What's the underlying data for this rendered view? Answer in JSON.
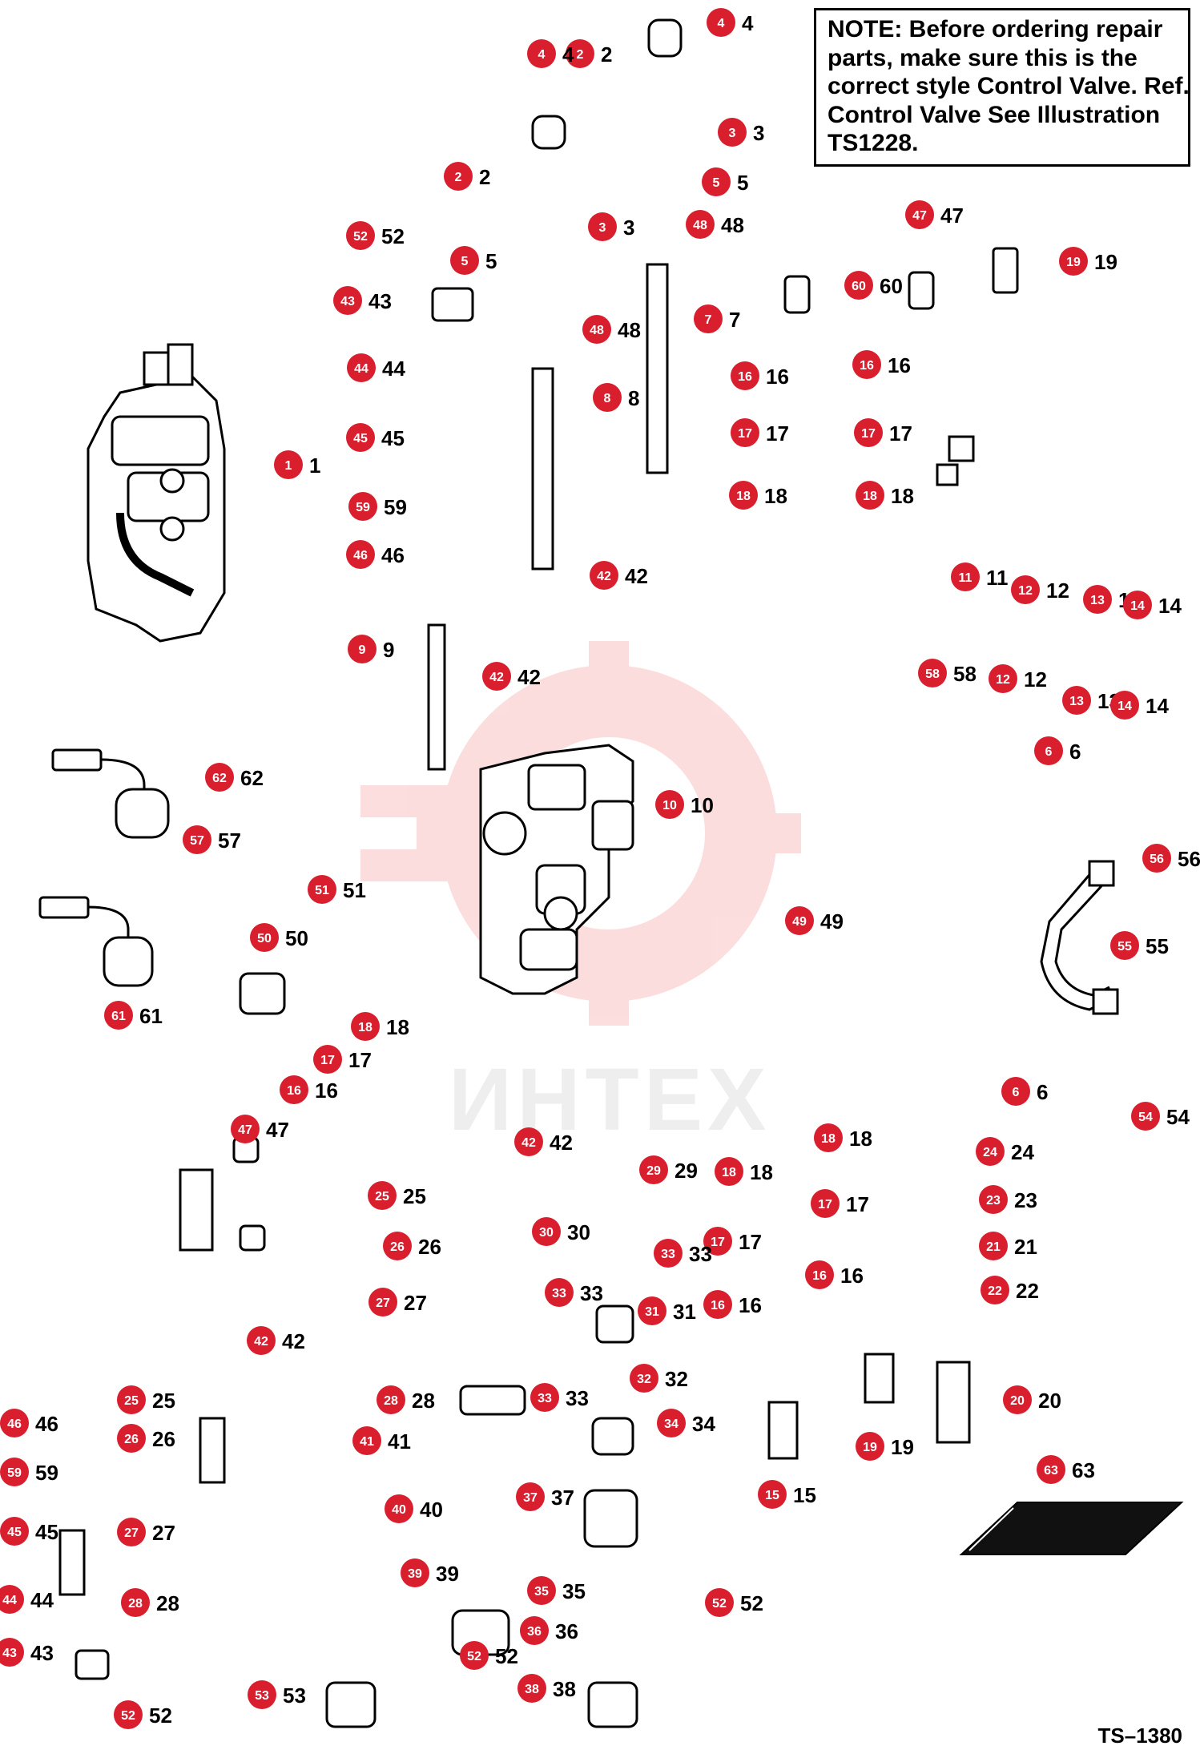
{
  "note": {
    "lines": [
      "NOTE: Before ordering repair",
      "parts, make sure this is the",
      "correct style Control Valve. Ref.",
      "Control Valve See Illustration",
      "TS1228."
    ]
  },
  "figure_ref": "TS–1380",
  "watermark": "ИНТЕХ",
  "colors": {
    "callout": "#d91e2e",
    "line": "#000000",
    "watermark": "#f6c8c8"
  },
  "callouts": [
    {
      "id": "c1",
      "num": "1",
      "label": "1"
    },
    {
      "id": "c2a",
      "num": "2",
      "label": "2"
    },
    {
      "id": "c2b",
      "num": "2",
      "label": "2"
    },
    {
      "id": "c3a",
      "num": "3",
      "label": "3"
    },
    {
      "id": "c3b",
      "num": "3",
      "label": "3"
    },
    {
      "id": "c4a",
      "num": "4",
      "label": "4"
    },
    {
      "id": "c4b",
      "num": "4",
      "label": "4"
    },
    {
      "id": "c5a",
      "num": "5",
      "label": "5"
    },
    {
      "id": "c5b",
      "num": "5",
      "label": "5"
    },
    {
      "id": "c6a",
      "num": "6",
      "label": "6"
    },
    {
      "id": "c6b",
      "num": "6",
      "label": "6"
    },
    {
      "id": "c7",
      "num": "7",
      "label": "7"
    },
    {
      "id": "c8",
      "num": "8",
      "label": "8"
    },
    {
      "id": "c9",
      "num": "9",
      "label": "9"
    },
    {
      "id": "c10",
      "num": "10",
      "label": "10"
    },
    {
      "id": "c11",
      "num": "11",
      "label": "11"
    },
    {
      "id": "c12a",
      "num": "12",
      "label": "12"
    },
    {
      "id": "c12b",
      "num": "12",
      "label": "12"
    },
    {
      "id": "c13a",
      "num": "13",
      "label": "13"
    },
    {
      "id": "c13b",
      "num": "13",
      "label": "13"
    },
    {
      "id": "c14a",
      "num": "14",
      "label": "14"
    },
    {
      "id": "c14b",
      "num": "14",
      "label": "14"
    },
    {
      "id": "c15",
      "num": "15",
      "label": "15"
    },
    {
      "id": "c16a",
      "num": "16",
      "label": "16"
    },
    {
      "id": "c16b",
      "num": "16",
      "label": "16"
    },
    {
      "id": "c16c",
      "num": "16",
      "label": "16"
    },
    {
      "id": "c16d",
      "num": "16",
      "label": "16"
    },
    {
      "id": "c16e",
      "num": "16",
      "label": "16"
    },
    {
      "id": "c17a",
      "num": "17",
      "label": "17"
    },
    {
      "id": "c17b",
      "num": "17",
      "label": "17"
    },
    {
      "id": "c17c",
      "num": "17",
      "label": "17"
    },
    {
      "id": "c17d",
      "num": "17",
      "label": "17"
    },
    {
      "id": "c17e",
      "num": "17",
      "label": "17"
    },
    {
      "id": "c18a",
      "num": "18",
      "label": "18"
    },
    {
      "id": "c18b",
      "num": "18",
      "label": "18"
    },
    {
      "id": "c18c",
      "num": "18",
      "label": "18"
    },
    {
      "id": "c18d",
      "num": "18",
      "label": "18"
    },
    {
      "id": "c18e",
      "num": "18",
      "label": "18"
    },
    {
      "id": "c19a",
      "num": "19",
      "label": "19"
    },
    {
      "id": "c19b",
      "num": "19",
      "label": "19"
    },
    {
      "id": "c20",
      "num": "20",
      "label": "20"
    },
    {
      "id": "c21",
      "num": "21",
      "label": "21"
    },
    {
      "id": "c22",
      "num": "22",
      "label": "22"
    },
    {
      "id": "c23",
      "num": "23",
      "label": "23"
    },
    {
      "id": "c24",
      "num": "24",
      "label": "24"
    },
    {
      "id": "c25a",
      "num": "25",
      "label": "25"
    },
    {
      "id": "c25b",
      "num": "25",
      "label": "25"
    },
    {
      "id": "c26a",
      "num": "26",
      "label": "26"
    },
    {
      "id": "c26b",
      "num": "26",
      "label": "26"
    },
    {
      "id": "c27a",
      "num": "27",
      "label": "27"
    },
    {
      "id": "c27b",
      "num": "27",
      "label": "27"
    },
    {
      "id": "c28a",
      "num": "28",
      "label": "28"
    },
    {
      "id": "c28b",
      "num": "28",
      "label": "28"
    },
    {
      "id": "c29",
      "num": "29",
      "label": "29"
    },
    {
      "id": "c30",
      "num": "30",
      "label": "30"
    },
    {
      "id": "c31",
      "num": "31",
      "label": "31"
    },
    {
      "id": "c32",
      "num": "32",
      "label": "32"
    },
    {
      "id": "c33a",
      "num": "33",
      "label": "33"
    },
    {
      "id": "c33b",
      "num": "33",
      "label": "33"
    },
    {
      "id": "c33c",
      "num": "33",
      "label": "33"
    },
    {
      "id": "c34",
      "num": "34",
      "label": "34"
    },
    {
      "id": "c35",
      "num": "35",
      "label": "35"
    },
    {
      "id": "c36",
      "num": "36",
      "label": "36"
    },
    {
      "id": "c37",
      "num": "37",
      "label": "37"
    },
    {
      "id": "c38",
      "num": "38",
      "label": "38"
    },
    {
      "id": "c39",
      "num": "39",
      "label": "39"
    },
    {
      "id": "c40",
      "num": "40",
      "label": "40"
    },
    {
      "id": "c41",
      "num": "41",
      "label": "41"
    },
    {
      "id": "c42a",
      "num": "42",
      "label": "42"
    },
    {
      "id": "c42b",
      "num": "42",
      "label": "42"
    },
    {
      "id": "c42c",
      "num": "42",
      "label": "42"
    },
    {
      "id": "c42d",
      "num": "42",
      "label": "42"
    },
    {
      "id": "c43a",
      "num": "43",
      "label": "43"
    },
    {
      "id": "c43b",
      "num": "43",
      "label": "43"
    },
    {
      "id": "c44a",
      "num": "44",
      "label": "44"
    },
    {
      "id": "c44b",
      "num": "44",
      "label": "44"
    },
    {
      "id": "c45a",
      "num": "45",
      "label": "45"
    },
    {
      "id": "c45b",
      "num": "45",
      "label": "45"
    },
    {
      "id": "c46a",
      "num": "46",
      "label": "46"
    },
    {
      "id": "c46b",
      "num": "46",
      "label": "46"
    },
    {
      "id": "c47a",
      "num": "47",
      "label": "47"
    },
    {
      "id": "c47b",
      "num": "47",
      "label": "47"
    },
    {
      "id": "c48a",
      "num": "48",
      "label": "48"
    },
    {
      "id": "c48b",
      "num": "48",
      "label": "48"
    },
    {
      "id": "c49",
      "num": "49",
      "label": "49"
    },
    {
      "id": "c50",
      "num": "50",
      "label": "50"
    },
    {
      "id": "c51",
      "num": "51",
      "label": "51"
    },
    {
      "id": "c52a",
      "num": "52",
      "label": "52"
    },
    {
      "id": "c52b",
      "num": "52",
      "label": "52"
    },
    {
      "id": "c52c",
      "num": "52",
      "label": "52"
    },
    {
      "id": "c52d",
      "num": "52",
      "label": "52"
    },
    {
      "id": "c53",
      "num": "53",
      "label": "53"
    },
    {
      "id": "c54",
      "num": "54",
      "label": "54"
    },
    {
      "id": "c55",
      "num": "55",
      "label": "55"
    },
    {
      "id": "c56",
      "num": "56",
      "label": "56"
    },
    {
      "id": "c57",
      "num": "57",
      "label": "57"
    },
    {
      "id": "c58",
      "num": "58",
      "label": "58"
    },
    {
      "id": "c59a",
      "num": "59",
      "label": "59"
    },
    {
      "id": "c59b",
      "num": "59",
      "label": "59"
    },
    {
      "id": "c60",
      "num": "60",
      "label": "60"
    },
    {
      "id": "c61",
      "num": "61",
      "label": "61"
    },
    {
      "id": "c62",
      "num": "62",
      "label": "62"
    },
    {
      "id": "c63",
      "num": "63",
      "label": "63"
    }
  ]
}
